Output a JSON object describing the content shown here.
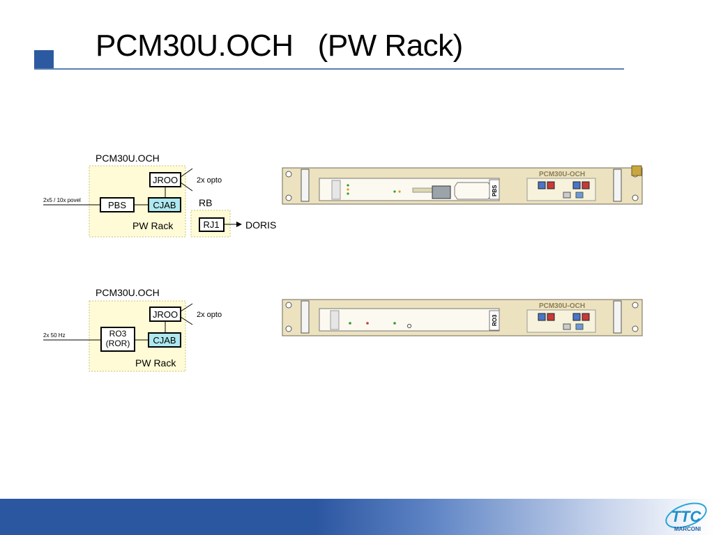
{
  "title": "PCM30U.OCH   (PW Rack)",
  "colors": {
    "accent_blue": "#2c5aa0",
    "rack_fill": "#fffbd6",
    "cjab_fill": "#aee8f0",
    "panel_fill": "#ece2bf"
  },
  "diagram_top": {
    "label": "PCM30U.OCH",
    "jroo": "JROO",
    "opto": "2x opto",
    "pbs": "PBS",
    "cjab": "CJAB",
    "input": "2x5 / 10x povel",
    "rack": "PW Rack",
    "rb": "RB",
    "rj1": "RJ1",
    "doris": "DORIS"
  },
  "diagram_bottom": {
    "label": "PCM30U.OCH",
    "jroo": "JROO",
    "opto": "2x opto",
    "ro3_line1": "RO3",
    "ro3_line2": "(ROR)",
    "cjab": "CJAB",
    "input": "2x 50 Hz",
    "rack": "PW Rack"
  },
  "panel_top": {
    "brand": "PCM30U-OCH",
    "module": "PBS"
  },
  "panel_bottom": {
    "brand": "PCM30U-OCH",
    "module": "RO3"
  },
  "logo": {
    "brand": "TTC",
    "sub": "MARCONI"
  }
}
